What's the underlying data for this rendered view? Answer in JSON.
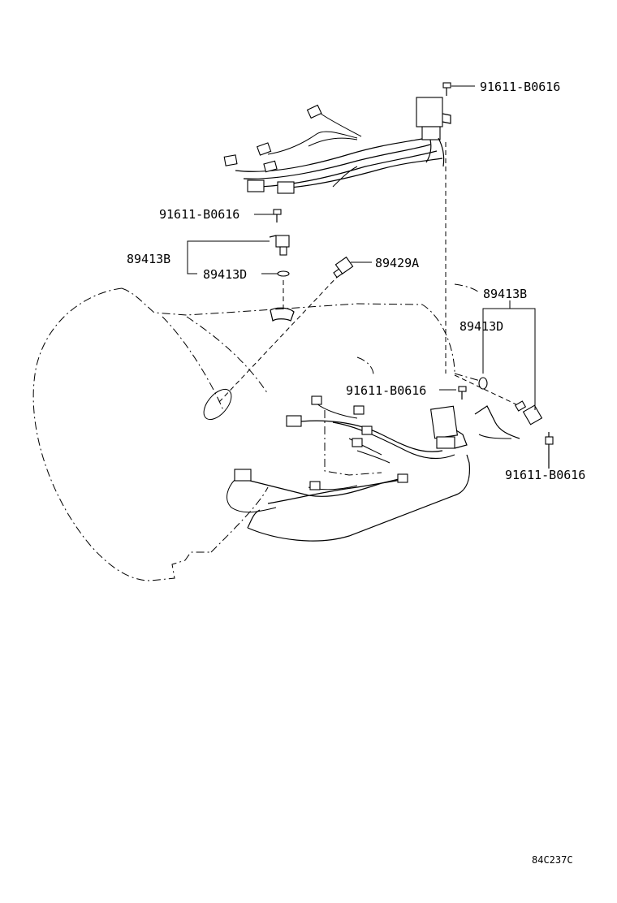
{
  "diagram_id": "84C237C",
  "parts": {
    "bolt_top": "91611-B0616",
    "bolt_left": "91611-B0616",
    "sensor_left": "89413B",
    "oring_left": "89413D",
    "switch": "89429A",
    "sensor_right": "89413B",
    "oring_right": "89413D",
    "bolt_mid": "91611-B0616",
    "bolt_right": "91611-B0616"
  }
}
